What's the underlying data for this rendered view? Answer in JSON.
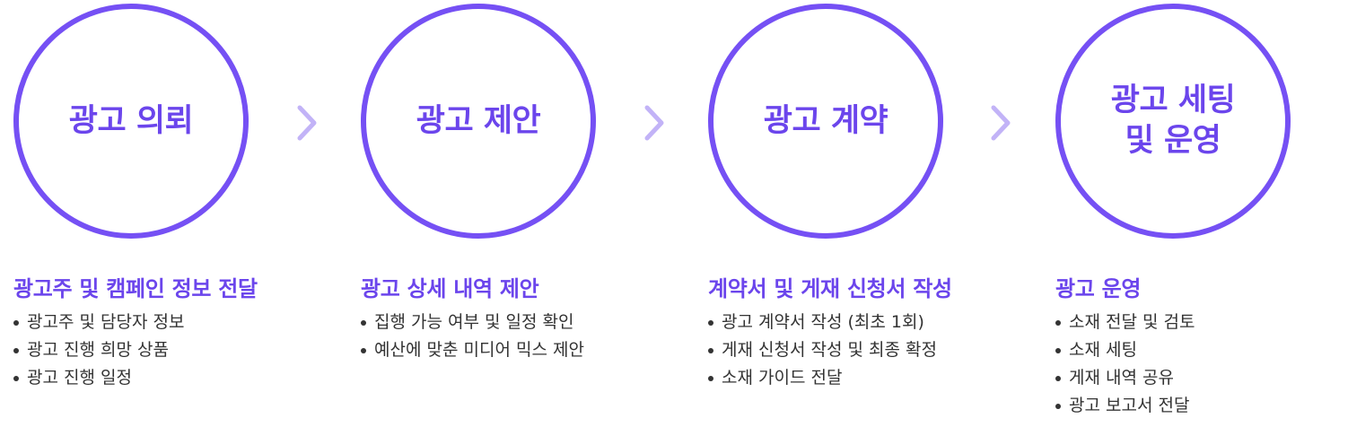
{
  "steps": [
    {
      "circle_title": "광고 의뢰",
      "heading": "광고주 및 캠페인 정보 전달",
      "bullets": [
        "광고주 및 담당자 정보",
        "광고 진행 희망 상품",
        "광고 진행 일정"
      ]
    },
    {
      "circle_title": "광고 제안",
      "heading": "광고 상세 내역 제안",
      "bullets": [
        "집행 가능 여부 및 일정 확인",
        "예산에 맞춘 미디어 믹스 제안"
      ]
    },
    {
      "circle_title": "광고 계약",
      "heading": "계약서 및 게재 신청서 작성",
      "bullets": [
        "광고 계약서 작성 (최초 1회)",
        "게재 신청서 작성 및 최종 확정",
        "소재 가이드 전달"
      ]
    },
    {
      "circle_title": "광고 세팅\n및 운영",
      "heading": "광고 운영",
      "bullets": [
        "소재 전달 및 검토",
        "소재 세팅",
        "게재 내역 공유",
        "광고 보고서 전달"
      ]
    }
  ],
  "icons": {
    "arrow": "chevron-right-icon",
    "bullet": "bullet-dot-icon"
  },
  "colors": {
    "accent": "#7550f4",
    "title_text": "#6b45ec",
    "arrow": "#c2b3f7",
    "body_text": "#333333"
  }
}
